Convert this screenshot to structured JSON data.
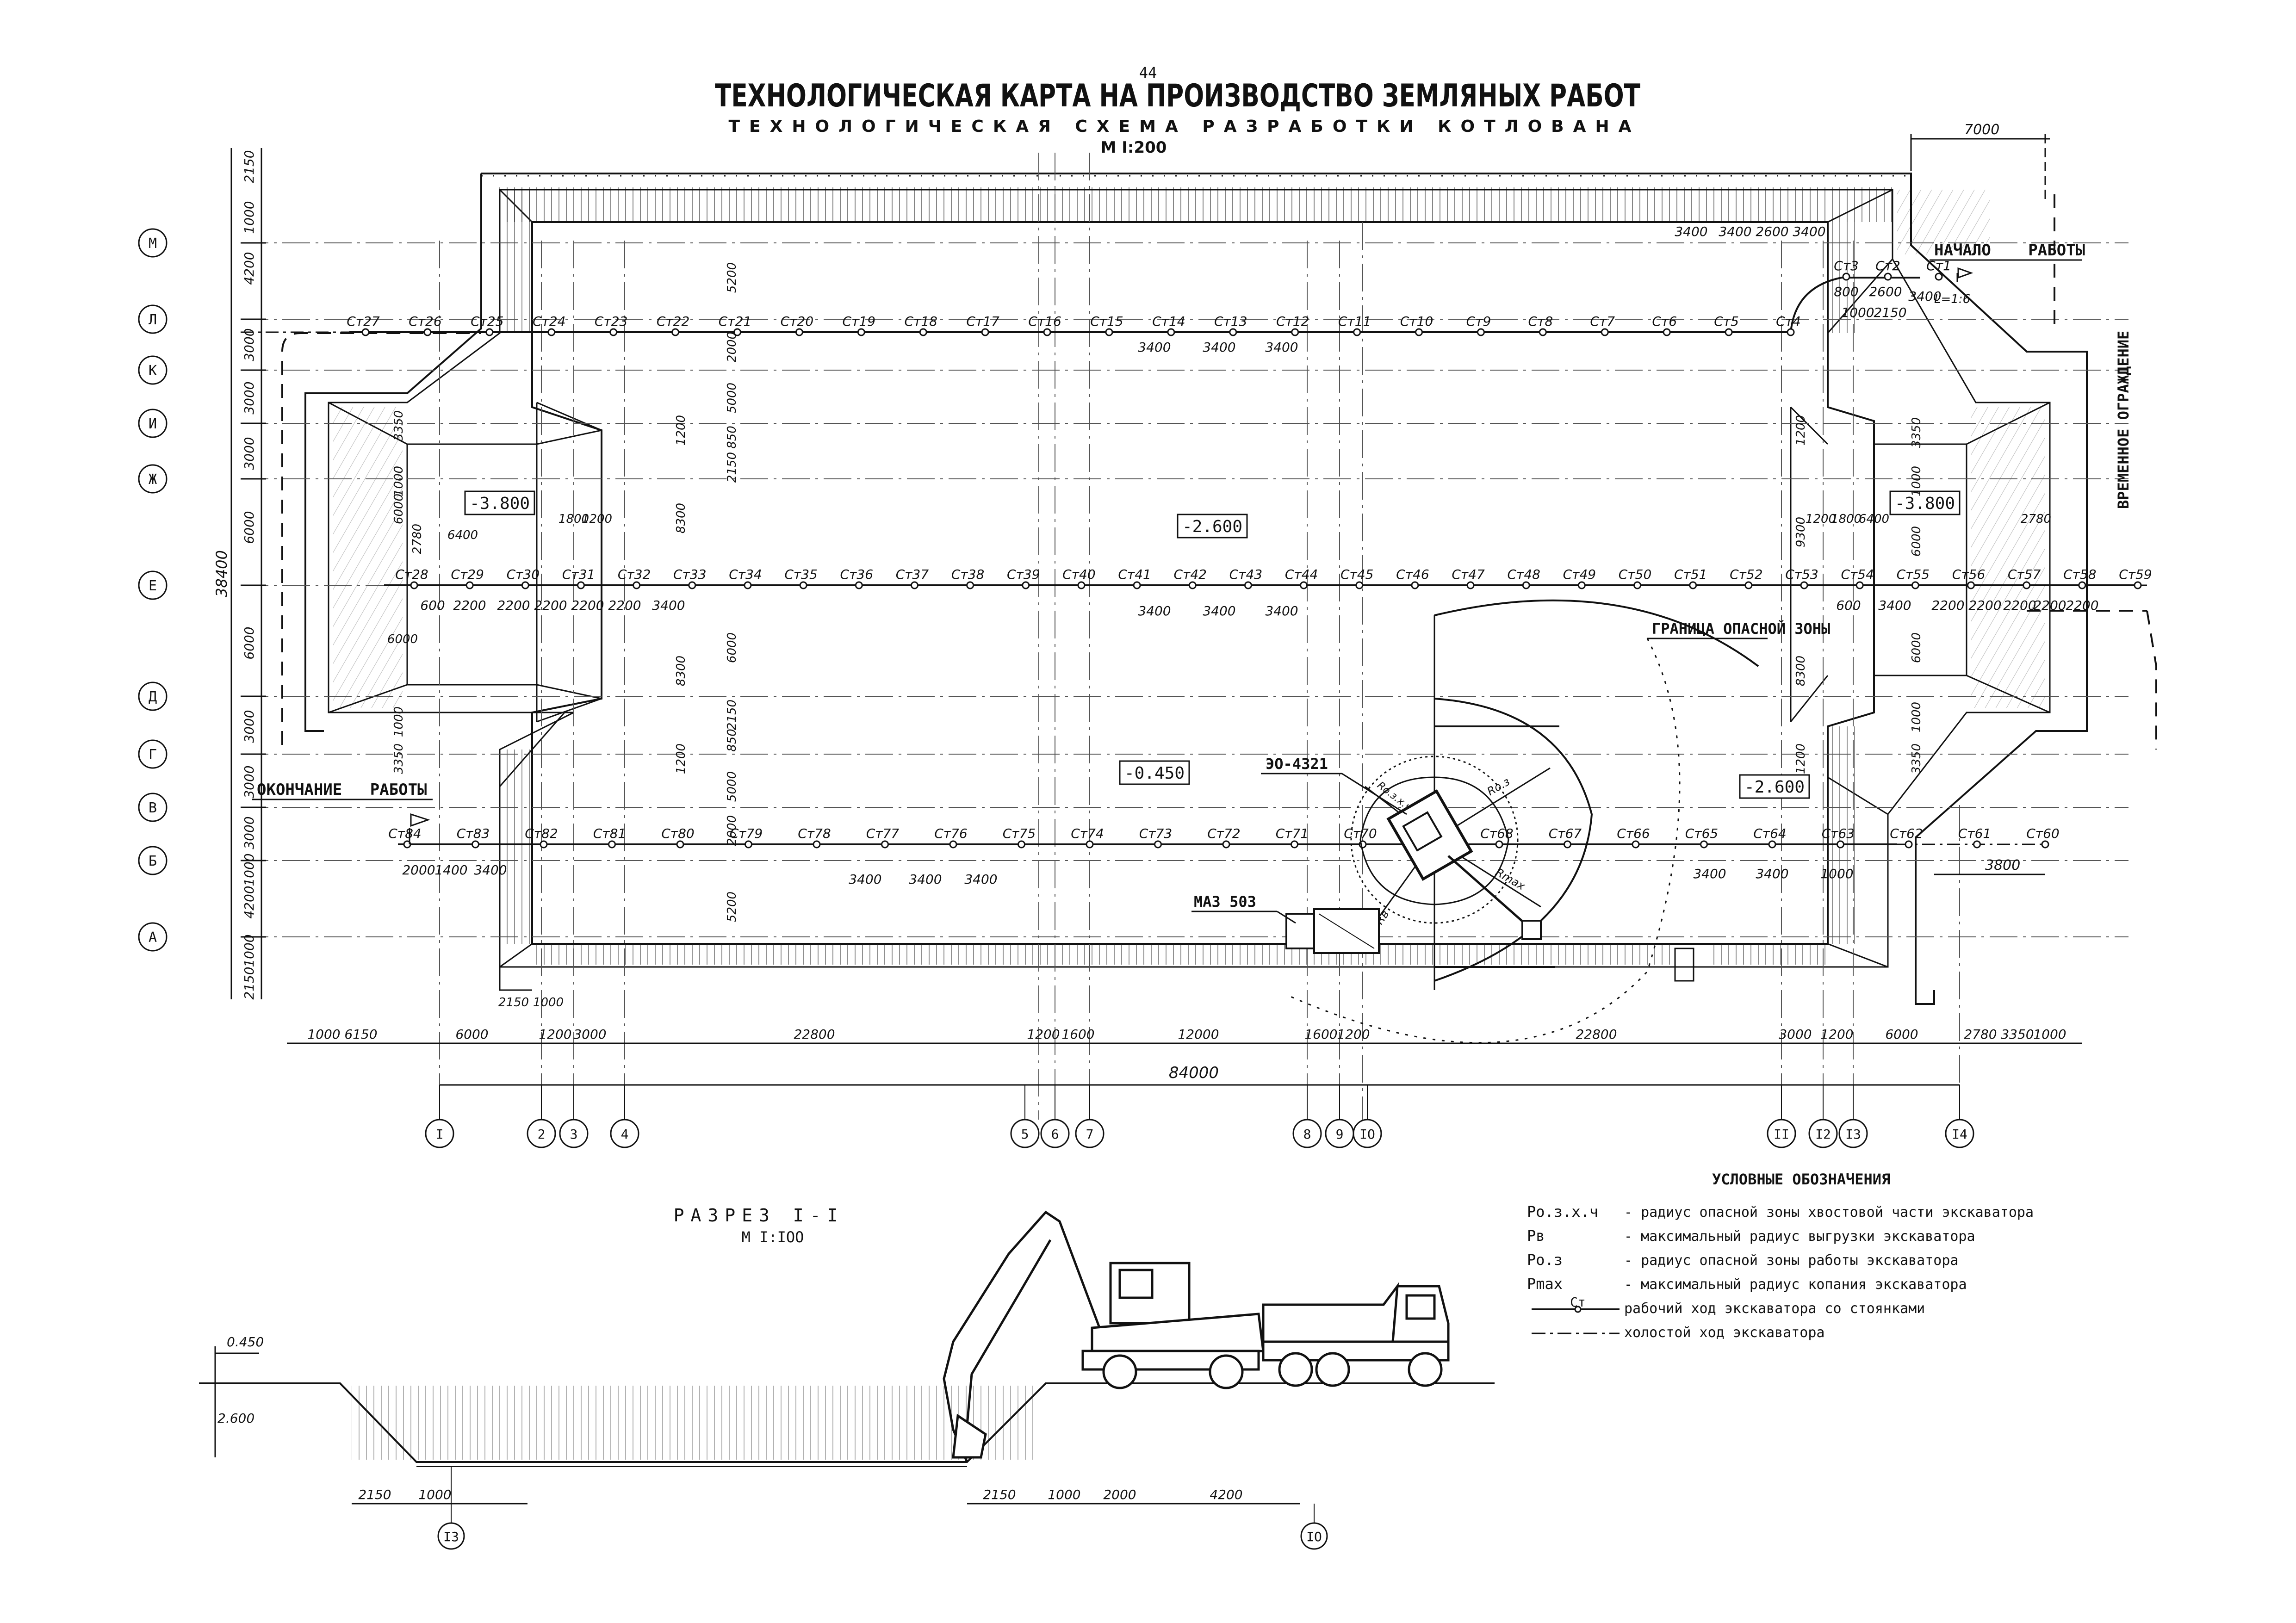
{
  "header": {
    "page_number": "44",
    "title": "ТЕХНОЛОГИЧЕСКАЯ КАРТА НА ПРОИЗВОДСТВО ЗЕМЛЯНЫХ РАБОТ",
    "subtitle": "ТЕХНОЛОГИЧЕСКАЯ СХЕМА РАЗРАБОТКИ КОТЛОВАНА",
    "scale": "М I:200"
  },
  "plan": {
    "row_axes": [
      "М",
      "Л",
      "К",
      "И",
      "Ж",
      "Е",
      "Д",
      "Г",
      "В",
      "Б",
      "А"
    ],
    "row_dims": [
      "2150",
      "1000",
      "4200",
      "1000",
      "3000",
      "3000",
      "3000",
      "6000",
      "6000",
      "3000",
      "3000",
      "3000",
      "4200",
      "1000",
      "2150"
    ],
    "total_height": "38400",
    "col_axes": [
      "I",
      "2",
      "3",
      "4",
      "5",
      "6",
      "7",
      "8",
      "9",
      "IO",
      "II",
      "I2",
      "I3",
      "I4"
    ],
    "col_dims": [
      "1000",
      "6150",
      "6000",
      "1200",
      "3000",
      "22800",
      "1200",
      "1600",
      "12000",
      "1600",
      "1200",
      "22800",
      "3000",
      "1200",
      "6000",
      "2780",
      "3350",
      "1000"
    ],
    "total_width": "84000",
    "levels": [
      "-3.800",
      "-2.600",
      "-3.800",
      "-0.450",
      "-2.600"
    ],
    "labels": {
      "start": "НАЧАЛО РАБОТЫ",
      "end": "ОКОНЧАНИЕ РАБОТЫ",
      "fence": "ВРЕМЕННОЕ ОГРАЖДЕНИЕ",
      "danger": "ГРАНИЦА ОПАСНОЙ ЗОНЫ",
      "excavator": "ЭО-4321",
      "truck": "МАЗ 503",
      "slope": "L=1:6",
      "top_dim": "7000",
      "right_dim": "3800"
    },
    "radii": [
      "Rо.з.х.ч",
      "Rо.з",
      "Rв",
      "Rmax"
    ],
    "row1_stops": [
      "Ст27",
      "Ст26",
      "Ст25",
      "Ст24",
      "Ст23",
      "Ст22",
      "Ст21",
      "Ст20",
      "Ст19",
      "Ст18",
      "Ст17",
      "Ст16",
      "Ст15",
      "Ст14",
      "Ст13",
      "Ст12",
      "Ст11",
      "Ст10",
      "Ст9",
      "Ст8",
      "Ст7",
      "Ст6",
      "Ст5",
      "Ст4"
    ],
    "start_stops": [
      "Ст3",
      "Ст2",
      "Ст1"
    ],
    "start_dims": [
      "3400",
      "3400",
      "2600",
      "3400",
      "800",
      "2600",
      "1000",
      "2150",
      "3400"
    ],
    "row2_stops": [
      "Ст28",
      "Ст29",
      "Ст30",
      "Ст31",
      "Ст32",
      "Ст33",
      "Ст34",
      "Ст35",
      "Ст36",
      "Ст37",
      "Ст38",
      "Ст39",
      "Ст40",
      "Ст41",
      "Ст42",
      "Ст43",
      "Ст44",
      "Ст45",
      "Ст46",
      "Ст47",
      "Ст48",
      "Ст49",
      "Ст50",
      "Ст51",
      "Ст52",
      "Ст53",
      "Ст54",
      "Ст55",
      "Ст56",
      "Ст57",
      "Ст58",
      "Ст59"
    ],
    "row3_stops": [
      "Ст84",
      "Ст83",
      "Ст82",
      "Ст81",
      "Ст80",
      "Ст79",
      "Ст78",
      "Ст77",
      "Ст76",
      "Ст75",
      "Ст74",
      "Ст73",
      "Ст72",
      "Ст71",
      "Ст70",
      "Ст69",
      "Ст68",
      "Ст67",
      "Ст66",
      "Ст65",
      "Ст64",
      "Ст63",
      "Ст62",
      "Ст61",
      "Ст60"
    ],
    "row1_sub": [
      "3400",
      "3400",
      "3400"
    ],
    "row2_left": [
      "600",
      "2200",
      "2200",
      "2200",
      "2200",
      "2200",
      "3400"
    ],
    "row2_mid": [
      "3400",
      "3400",
      "3400"
    ],
    "row2_right": [
      "600",
      "3400",
      "2200",
      "2200",
      "2200",
      "2200",
      "2200"
    ],
    "row3_left": [
      "2000",
      "1400",
      "3400"
    ],
    "row3_mid": [
      "3400",
      "3400",
      "3400"
    ],
    "row3_right": [
      "3400",
      "3400",
      "1000"
    ],
    "inner_left": [
      "3350",
      "1000",
      "6000",
      "2780",
      "6400",
      "1800",
      "1200",
      "6000",
      "1000",
      "3350"
    ],
    "inner_mid": [
      "5200",
      "2000",
      "5000",
      "850",
      "2150",
      "1200",
      "8300",
      "6000",
      "8300",
      "2150",
      "850",
      "1200",
      "5000",
      "2000",
      "5200"
    ],
    "inner_right": [
      "1200",
      "9300",
      "8300",
      "1200",
      "3350",
      "1000",
      "1200",
      "1800",
      "6400",
      "6000",
      "2780",
      "6000",
      "1000",
      "3350"
    ],
    "bottom_small": [
      "2150",
      "1000"
    ]
  },
  "section": {
    "title": "РАЗРЕЗ I-I",
    "scale": "М I:IOO",
    "levels": [
      "0.450",
      "2.600"
    ],
    "dims": [
      "2150",
      "1000",
      "2150",
      "1000",
      "2000",
      "4200"
    ],
    "axes": [
      "I3",
      "IO"
    ]
  },
  "legend": {
    "title": "УСЛОВНЫЕ ОБОЗНАЧЕНИЯ",
    "items": [
      {
        "sym": "Pо.з.х.ч",
        "text": "- радиус опасной зоны хвостовой части экскаватора"
      },
      {
        "sym": "Pв",
        "text": "- максимальный радиус выгрузки экскаватора"
      },
      {
        "sym": "Pо.з",
        "text": "- радиус опасной зоны работы экскаватора"
      },
      {
        "sym": "Pmax",
        "text": "- максимальный радиус копания экскаватора"
      },
      {
        "sym": "Ст",
        "text": "рабочий ход экскаватора со стоянками"
      },
      {
        "sym": "",
        "text": "холостой ход экскаватора"
      }
    ]
  }
}
